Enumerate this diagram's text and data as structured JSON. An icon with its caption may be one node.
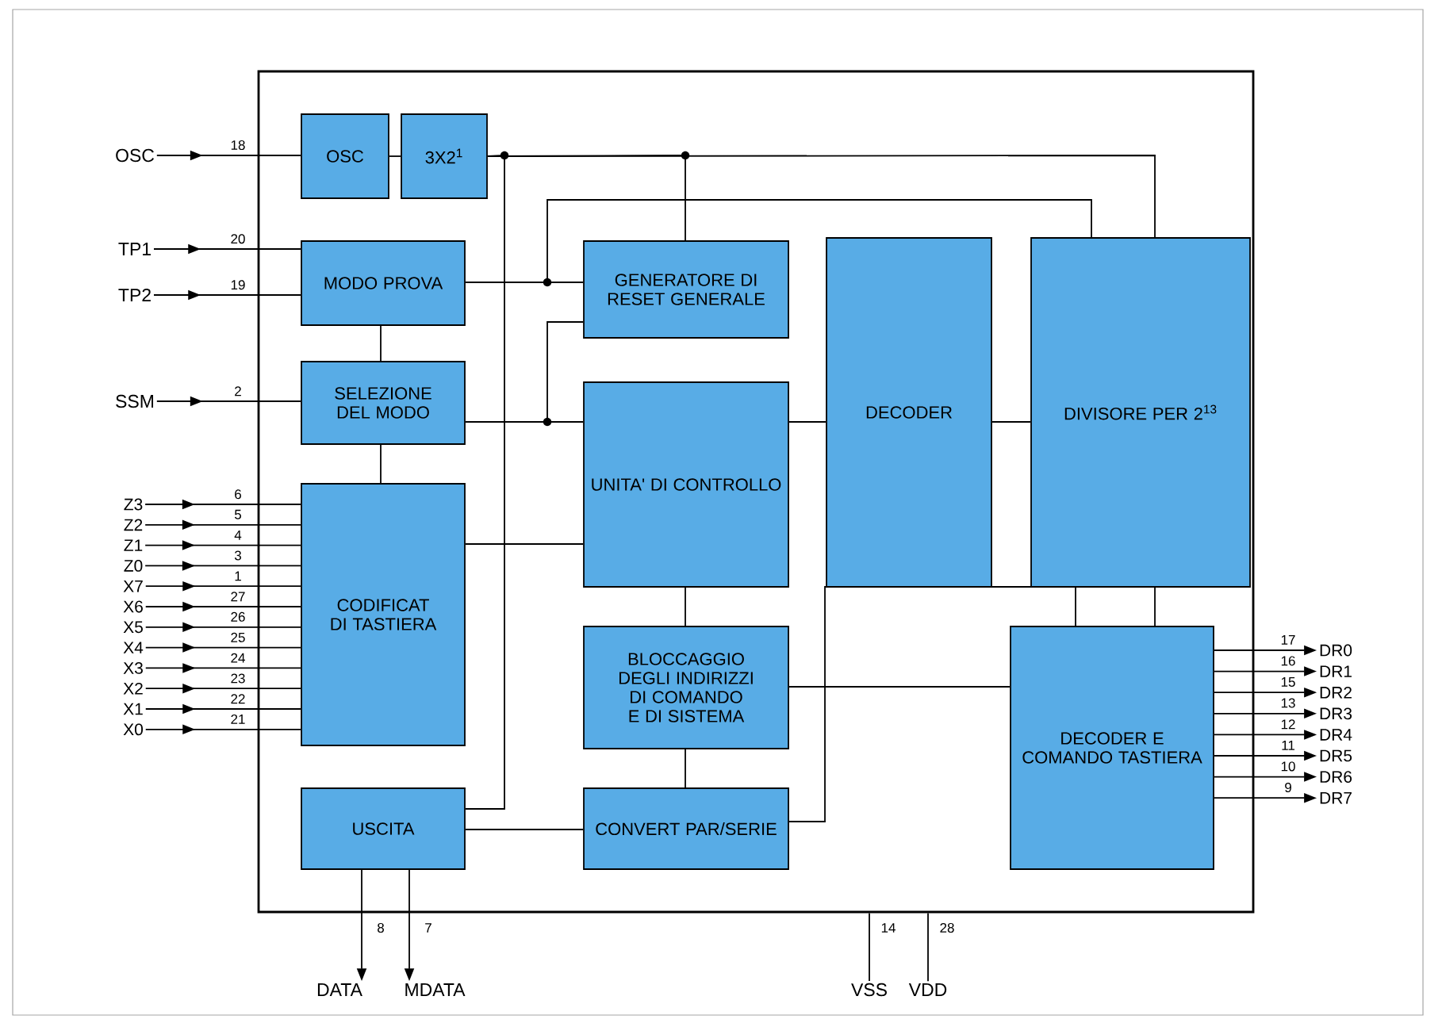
{
  "diagram": {
    "nodes": [
      {
        "text": [],
        "shape": "box"
      },
      {
        "text": [
          "OSC"
        ],
        "in": 0
      },
      {
        "text": [
          "3X2$^{1}$"
        ],
        "in": 0
      },
      {
        "text": [
          "MODO PROVA"
        ],
        "in": 0
      },
      {
        "text": [
          "SELEZIONE DEL MODO"
        ],
        "in": 0
      },
      {
        "text": [
          "CODIFICAT DI TASTIERA"
        ],
        "in": 0
      },
      {
        "text": [
          "USCITA"
        ],
        "in": 0
      },
      {
        "text": [
          "GENERATORE DI RESET GENERALE"
        ],
        "in": 0
      },
      {
        "text": [
          "UNITA' DI CONTROLLO"
        ],
        "in": 0
      },
      {
        "text": [
          "BLOCCAGGIO DEGLI INDIRIZZI DI COMANDO E DI SISTEMA"
        ],
        "in": 0
      },
      {
        "text": [
          "CONVERT PAR/SERIE"
        ],
        "in": 0
      },
      {
        "text": [
          "DECODER"
        ],
        "in": 0
      },
      {
        "text": [
          "DIVISORE PER 2$^{13}$"
        ],
        "in": 0
      },
      {
        "text": [
          "DECODER E COMANDO TASTIERA"
        ],
        "in": 0
      },
      {
        "text": [
          "OSC"
        ]
      },
      {
        "text": [
          "TP1"
        ]
      },
      {
        "text": [
          "TP2"
        ]
      },
      {
        "text": [
          "SSM"
        ]
      },
      {
        "text": [
          "Z3"
        ]
      },
      {
        "text": [
          "Z2"
        ]
      },
      {
        "text": [
          "Z1"
        ]
      },
      {
        "text": [
          "Z0"
        ]
      },
      {
        "text": [
          "X7"
        ]
      },
      {
        "text": [
          "X6"
        ]
      },
      {
        "text": [
          "X5"
        ]
      },
      {
        "text": [
          "X4"
        ]
      },
      {
        "text": [
          "X3"
        ]
      },
      {
        "text": [
          "X2"
        ]
      },
      {
        "text": [
          "X1"
        ]
      },
      {
        "text": [
          "X0"
        ]
      },
      {
        "text": [
          "DR0"
        ]
      },
      {
        "text": [
          "DR1"
        ]
      },
      {
        "text": [
          "DR2"
        ]
      },
      {
        "text": [
          "DR3"
        ]
      },
      {
        "text": [
          "DR4"
        ]
      },
      {
        "text": [
          "DR5"
        ]
      },
      {
        "text": [
          "DR6"
        ]
      },
      {
        "text": [
          "DR7"
        ]
      },
      {
        "text": [
          "DATA"
        ]
      },
      {
        "text": [
          "MDATA"
        ]
      },
      {
        "text": [
          "VSS"
        ]
      },
      {
        "text": [
          "VDD"
        ]
      }
    ],
    "edges": [
      {
        "from": 14,
        "to": 1,
        "arrow": "to",
        "label": "18"
      },
      {
        "from": 15,
        "to": 3,
        "arrow": "to",
        "label": "20"
      },
      {
        "from": 16,
        "to": 3,
        "arrow": "to",
        "label": "19"
      },
      {
        "from": 17,
        "to": 4,
        "arrow": "to",
        "label": "2"
      },
      {
        "from": 18,
        "to": 5,
        "arrow": "to",
        "label": "6"
      },
      {
        "from": 19,
        "to": 5,
        "arrow": "to",
        "label": "5"
      },
      {
        "from": 20,
        "to": 5,
        "arrow": "to",
        "label": "4"
      },
      {
        "from": 21,
        "to": 5,
        "arrow": "to",
        "label": "3"
      },
      {
        "from": 22,
        "to": 5,
        "arrow": "to",
        "label": "1"
      },
      {
        "from": 23,
        "to": 5,
        "arrow": "to",
        "label": "27"
      },
      {
        "from": 24,
        "to": 5,
        "arrow": "to",
        "label": "26"
      },
      {
        "from": 25,
        "to": 5,
        "arrow": "to",
        "label": "25"
      },
      {
        "from": 26,
        "to": 5,
        "arrow": "to",
        "label": "24"
      },
      {
        "from": 27,
        "to": 5,
        "arrow": "to",
        "label": "23"
      },
      {
        "from": 28,
        "to": 5,
        "arrow": "to",
        "label": "22"
      },
      {
        "from": 29,
        "to": 5,
        "arrow": "to",
        "label": "21"
      },
      {
        "from": 13,
        "to": 30,
        "arrow": "to",
        "label": "17"
      },
      {
        "from": 13,
        "to": 31,
        "arrow": "to",
        "label": "16"
      },
      {
        "from": 13,
        "to": 32,
        "arrow": "to",
        "label": "15"
      },
      {
        "from": 13,
        "to": 33,
        "arrow": "to",
        "label": "13"
      },
      {
        "from": 13,
        "to": 34,
        "arrow": "to",
        "label": "12"
      },
      {
        "from": 13,
        "to": 35,
        "arrow": "to",
        "label": "11"
      },
      {
        "from": 13,
        "to": 36,
        "arrow": "to",
        "label": "10"
      },
      {
        "from": 13,
        "to": 37,
        "arrow": "to",
        "label": "9"
      },
      {
        "from": 6,
        "to": 38,
        "arrow": "to",
        "label": "8"
      },
      {
        "from": 6,
        "to": 39,
        "arrow": "to",
        "label": "7"
      },
      {
        "from": 0,
        "to": 40,
        "arrow": "none",
        "label": "14"
      },
      {
        "from": 0,
        "to": 41,
        "arrow": "none",
        "label": "28"
      },
      {
        "from": 1,
        "to": 2,
        "arrow": "none"
      },
      {
        "from": 2,
        "to": 12,
        "arrow": "none"
      },
      {
        "from": 2,
        "to": 7,
        "arrow": "none"
      },
      {
        "from": 2,
        "to": 6,
        "arrow": "none"
      },
      {
        "from": 3,
        "to": 7,
        "arrow": "none"
      },
      {
        "from": 3,
        "to": 12,
        "arrow": "none"
      },
      {
        "from": 4,
        "to": 8,
        "arrow": "none"
      },
      {
        "from": 4,
        "to": 7,
        "arrow": "none"
      },
      {
        "from": 3,
        "to": 4,
        "arrow": "none"
      },
      {
        "from": 4,
        "to": 5,
        "arrow": "none"
      },
      {
        "from": 5,
        "to": 8,
        "arrow": "none"
      },
      {
        "from": 8,
        "to": 11,
        "arrow": "none"
      },
      {
        "from": 11,
        "to": 12,
        "arrow": "none"
      },
      {
        "from": 8,
        "to": 9,
        "arrow": "none"
      },
      {
        "from": 9,
        "to": 10,
        "arrow": "none"
      },
      {
        "from": 9,
        "to": 13,
        "arrow": "none"
      },
      {
        "from": 10,
        "to": 13,
        "arrow": "none"
      },
      {
        "from": 12,
        "to": 13,
        "arrow": "none"
      },
      {
        "from": 6,
        "to": 10,
        "arrow": "none"
      }
    ]
  }
}
